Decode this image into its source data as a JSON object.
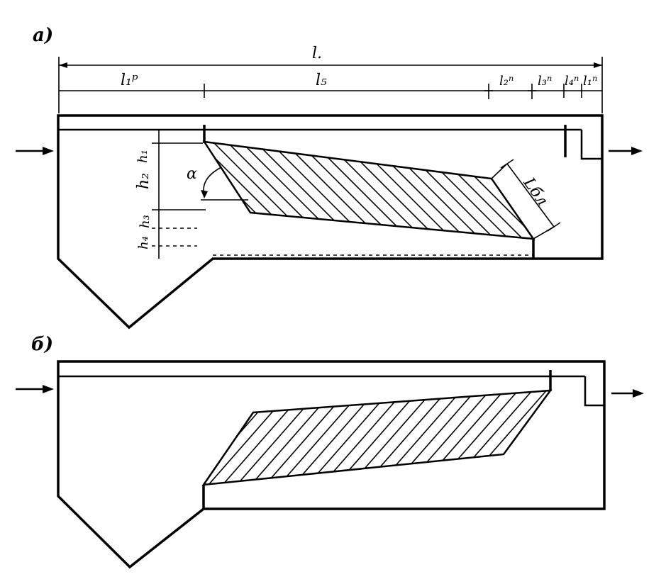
{
  "panels": {
    "a": {
      "label": "а)"
    },
    "b": {
      "label": "б)"
    }
  },
  "dimensions": {
    "total_length": "l.",
    "inlet_length": "l₁ᵖ",
    "block_length": "l₅",
    "l2": "l₂ⁿ",
    "l3": "l₃ⁿ",
    "l4": "l₄ⁿ",
    "l1_right": "l₁ⁿ"
  },
  "heights": {
    "h1": "h₁",
    "h2": "h₂",
    "h3": "h₃",
    "h4": "h₄"
  },
  "angle": "α",
  "block_label": "Lбл",
  "colors": {
    "ink": "#000000",
    "background": "#ffffff"
  }
}
